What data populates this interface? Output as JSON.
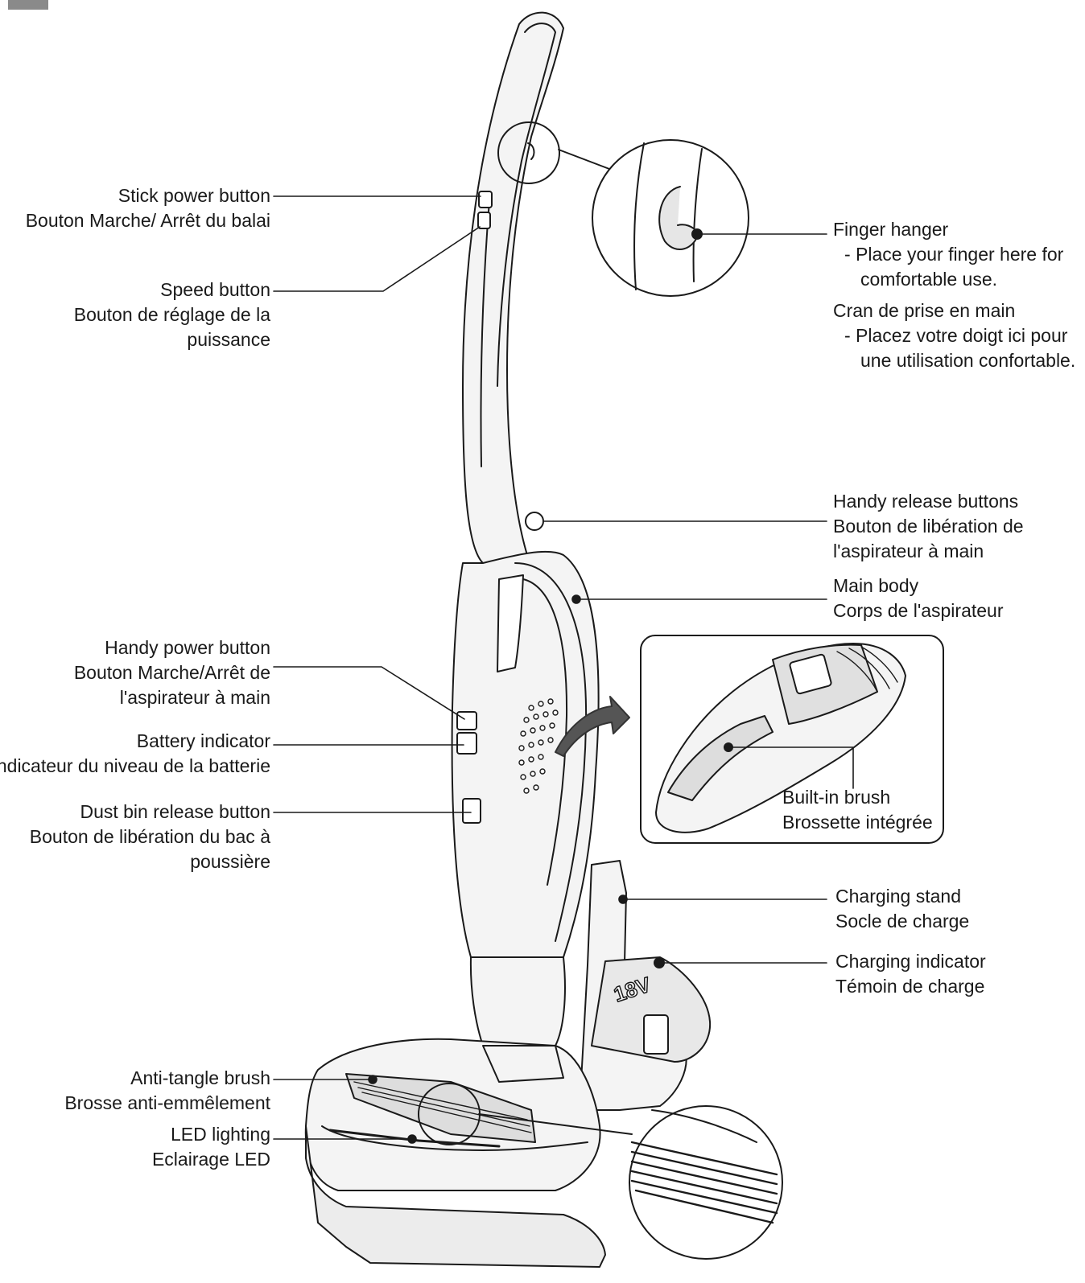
{
  "labels": {
    "stick_power": {
      "en": "Stick power button",
      "fr": "Bouton Marche/ Arrêt du balai"
    },
    "speed": {
      "en": "Speed button",
      "fr1": "Bouton de réglage de la",
      "fr2": "puissance"
    },
    "finger_hanger": {
      "en": "Finger hanger",
      "en_desc1": "-  Place your finger here  for",
      "en_desc2": "comfortable use.",
      "fr": "Cran de prise en main",
      "fr_desc1": "-  Placez votre doigt ici pour",
      "fr_desc2": "une utilisation confortable."
    },
    "handy_release": {
      "en": "Handy release buttons",
      "fr1": "Bouton de libération de",
      "fr2": "l'aspirateur à main"
    },
    "main_body": {
      "en": "Main body",
      "fr": "Corps de l'aspirateur"
    },
    "handy_power": {
      "en": "Handy power button",
      "fr1": "Bouton Marche/Arrêt de",
      "fr2": "l'aspirateur à main"
    },
    "battery_indicator": {
      "en": "Battery indicator",
      "fr": "Indicateur du niveau de la batterie"
    },
    "dust_bin_release": {
      "en": "Dust bin release button",
      "fr1": "Bouton de libération du bac à",
      "fr2": "poussière"
    },
    "built_in_brush": {
      "en": "Built-in brush",
      "fr": "Brossette intégrée"
    },
    "charging_stand": {
      "en": "Charging stand",
      "fr": "Socle de charge"
    },
    "charging_indicator": {
      "en": "Charging indicator",
      "fr": "Témoin de charge"
    },
    "anti_tangle": {
      "en": "Anti-tangle brush",
      "fr": "Brosse anti-emmêlement"
    },
    "led_lighting": {
      "en": "LED lighting",
      "fr": "Eclairage LED"
    }
  },
  "battery_text": "18V",
  "colors": {
    "line": "#1a1a1a",
    "body_fill": "#f4f4f4",
    "shade": "#d9d9d9",
    "tab": "#8a8a8a"
  }
}
